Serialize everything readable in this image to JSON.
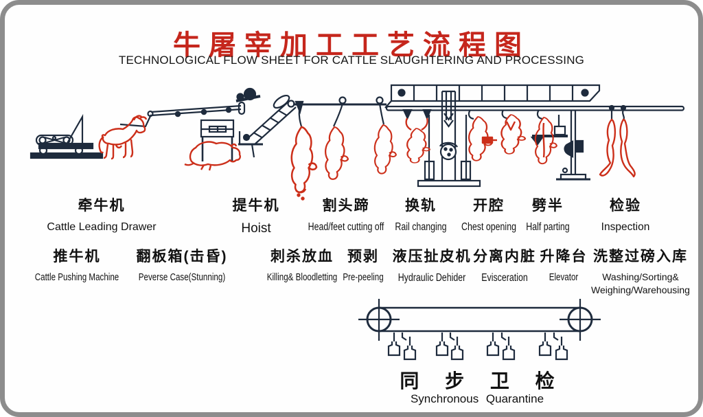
{
  "frame": {
    "border_color": "#8d8d8d",
    "background": "#fefefe"
  },
  "colors": {
    "title_red": "#c5261c",
    "line_dark": "#1e2b3d",
    "cattle_red": "#cc2f1a"
  },
  "title": {
    "zh": "牛屠宰加工工艺流程图",
    "en": "TECHNOLOGICAL FLOW SHEET FOR CATTLE SLAUGHTERING AND PROCESSING"
  },
  "stations_row1": {
    "cattle_leading": {
      "zh": "牵牛机",
      "en": "Cattle Leading Drawer"
    },
    "hoist": {
      "zh": "提牛机",
      "en": "Hoist"
    },
    "head_feet": {
      "zh": "割头蹄",
      "en": "Head/feet cutting off"
    },
    "rail_changing": {
      "zh": "换轨",
      "en": "Rail changing"
    },
    "chest_opening": {
      "zh": "开腔",
      "en": "Chest opening"
    },
    "half_parting": {
      "zh": "劈半",
      "en": "Half parting"
    },
    "inspection": {
      "zh": "检验",
      "en": "Inspection"
    }
  },
  "stations_row2": {
    "cattle_pushing": {
      "zh": "推牛机",
      "en": "Cattle Pushing Machine"
    },
    "reverse_case": {
      "zh": "翻板箱(击昏)",
      "en": "Peverse Case(Stunning)"
    },
    "killing": {
      "zh": "刺杀放血",
      "en": "Killing& Bloodletting"
    },
    "pre_peeling": {
      "zh": "预剥",
      "en": "Pre-peeling"
    },
    "dehider": {
      "zh": "液压扯皮机",
      "en": "Hydraulic Dehider"
    },
    "evisceration": {
      "zh": "分离内脏",
      "en": "Evisceration"
    },
    "elevator": {
      "zh": "升降台",
      "en": "Elevator"
    },
    "washing": {
      "zh": "洗整过磅入库",
      "en": "Washing/Sorting&\nWeighing/Warehousing"
    }
  },
  "quarantine": {
    "zh": "同 步 卫 检",
    "en": "Synchronous  Quarantine"
  }
}
